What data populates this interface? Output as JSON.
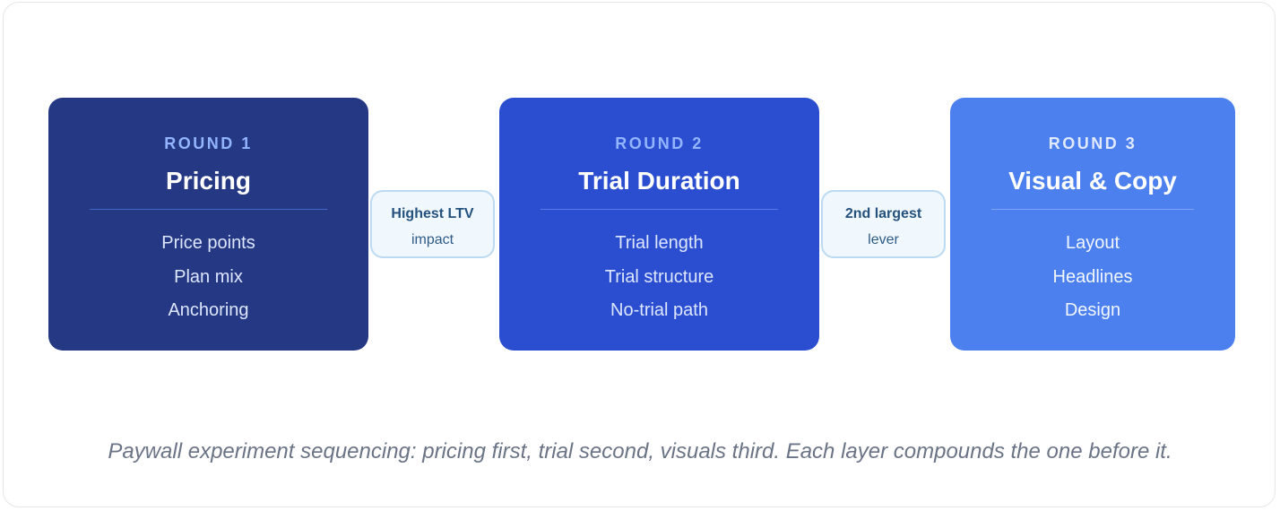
{
  "rounds": [
    {
      "label": "ROUND 1",
      "title": "Pricing",
      "items": [
        "Price points",
        "Plan mix",
        "Anchoring"
      ],
      "color": "#253883"
    },
    {
      "label": "ROUND 2",
      "title": "Trial Duration",
      "items": [
        "Trial length",
        "Trial structure",
        "No-trial path"
      ],
      "color": "#2b4ed1"
    },
    {
      "label": "ROUND 3",
      "title": "Visual & Copy",
      "items": [
        "Layout",
        "Headlines",
        "Design"
      ],
      "color": "#4c80ee"
    }
  ],
  "connectors": [
    {
      "strong": "Highest LTV",
      "sub": "impact"
    },
    {
      "strong": "2nd largest",
      "sub": "lever"
    }
  ],
  "caption": "Paywall experiment sequencing: pricing first, trial second, visuals third. Each layer compounds the one before it."
}
